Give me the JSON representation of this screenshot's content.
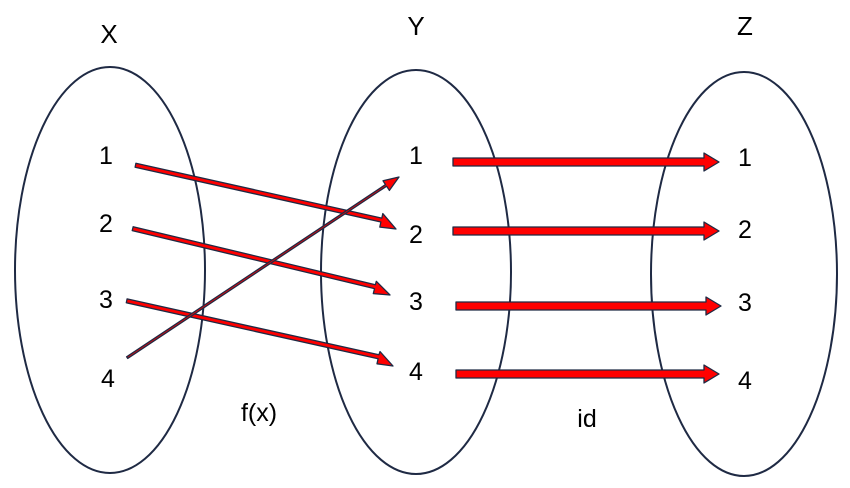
{
  "sets": [
    {
      "title": "X",
      "elements": [
        "1",
        "2",
        "3",
        "4"
      ]
    },
    {
      "title": "Y",
      "elements": [
        "1",
        "2",
        "3",
        "4"
      ]
    },
    {
      "title": "Z",
      "elements": [
        "1",
        "2",
        "3",
        "4"
      ]
    }
  ],
  "mappings": [
    {
      "label": "f(x)",
      "pairs": [
        [
          "1",
          "2"
        ],
        [
          "2",
          "3"
        ],
        [
          "3",
          "4"
        ],
        [
          "4",
          "1"
        ]
      ]
    },
    {
      "label": "id",
      "pairs": [
        [
          "1",
          "1"
        ],
        [
          "2",
          "2"
        ],
        [
          "3",
          "3"
        ],
        [
          "4",
          "4"
        ]
      ]
    }
  ],
  "colors": {
    "arrow_fill": "#ff0000",
    "arrow_stroke": "#1f2a44",
    "ellipse_stroke": "#1f2a44"
  }
}
